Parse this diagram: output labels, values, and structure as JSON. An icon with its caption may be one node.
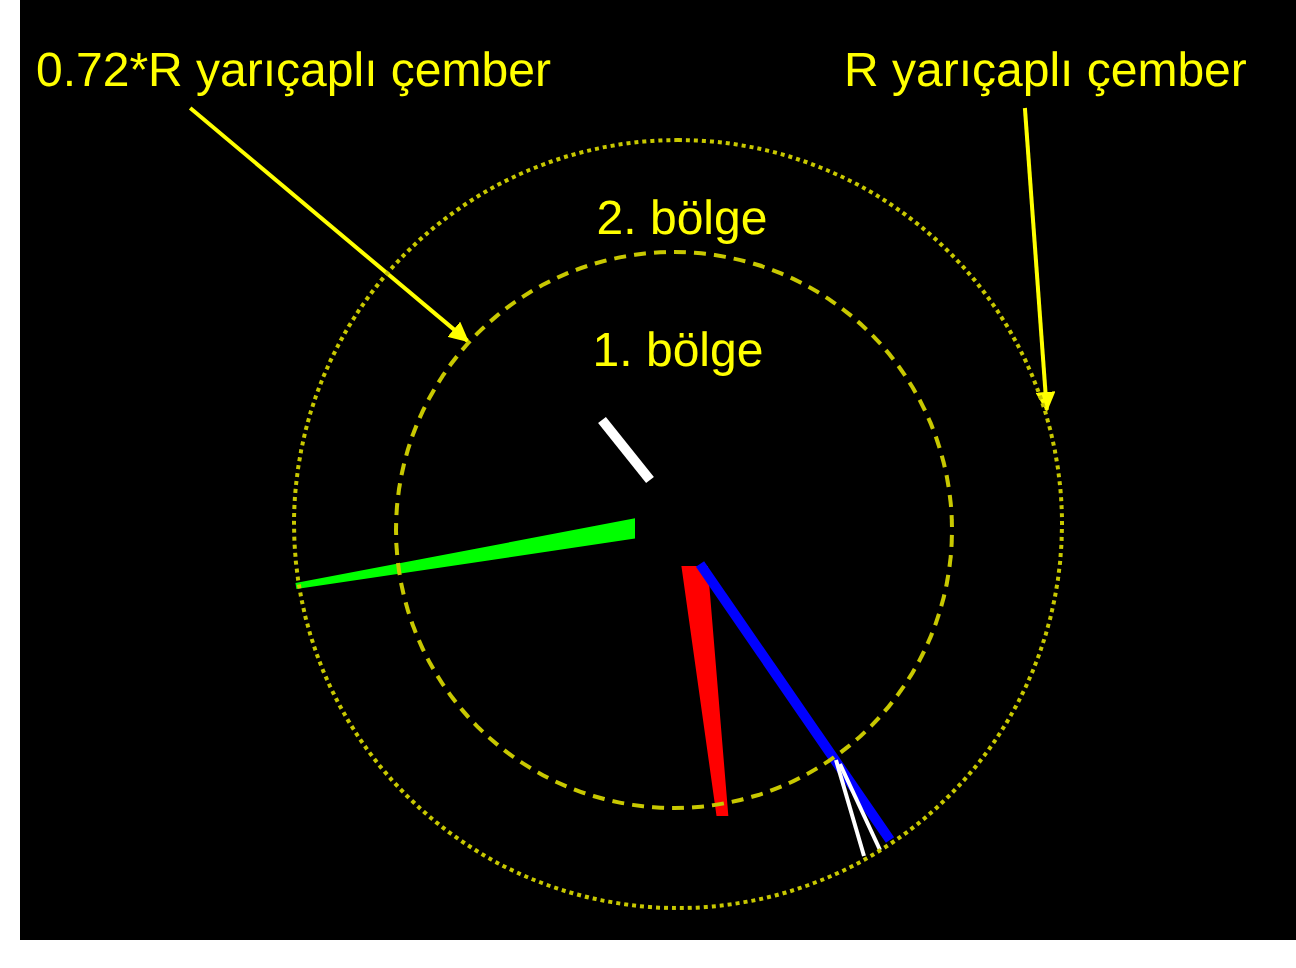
{
  "diagram": {
    "nodes": [
      {
        "text": [
          "0.72*R yarıçaplı çember"
        ]
      },
      {
        "text": [
          "R yarıçaplı çember"
        ]
      },
      {
        "text": [
          "2. bölge"
        ]
      },
      {
        "text": [
          "1. bölge"
        ],
        "in": 2
      }
    ],
    "edges": [
      {
        "from": 0,
        "to": 3,
        "arrow": "to"
      },
      {
        "from": 1,
        "to": 2,
        "arrow": "to"
      }
    ]
  }
}
